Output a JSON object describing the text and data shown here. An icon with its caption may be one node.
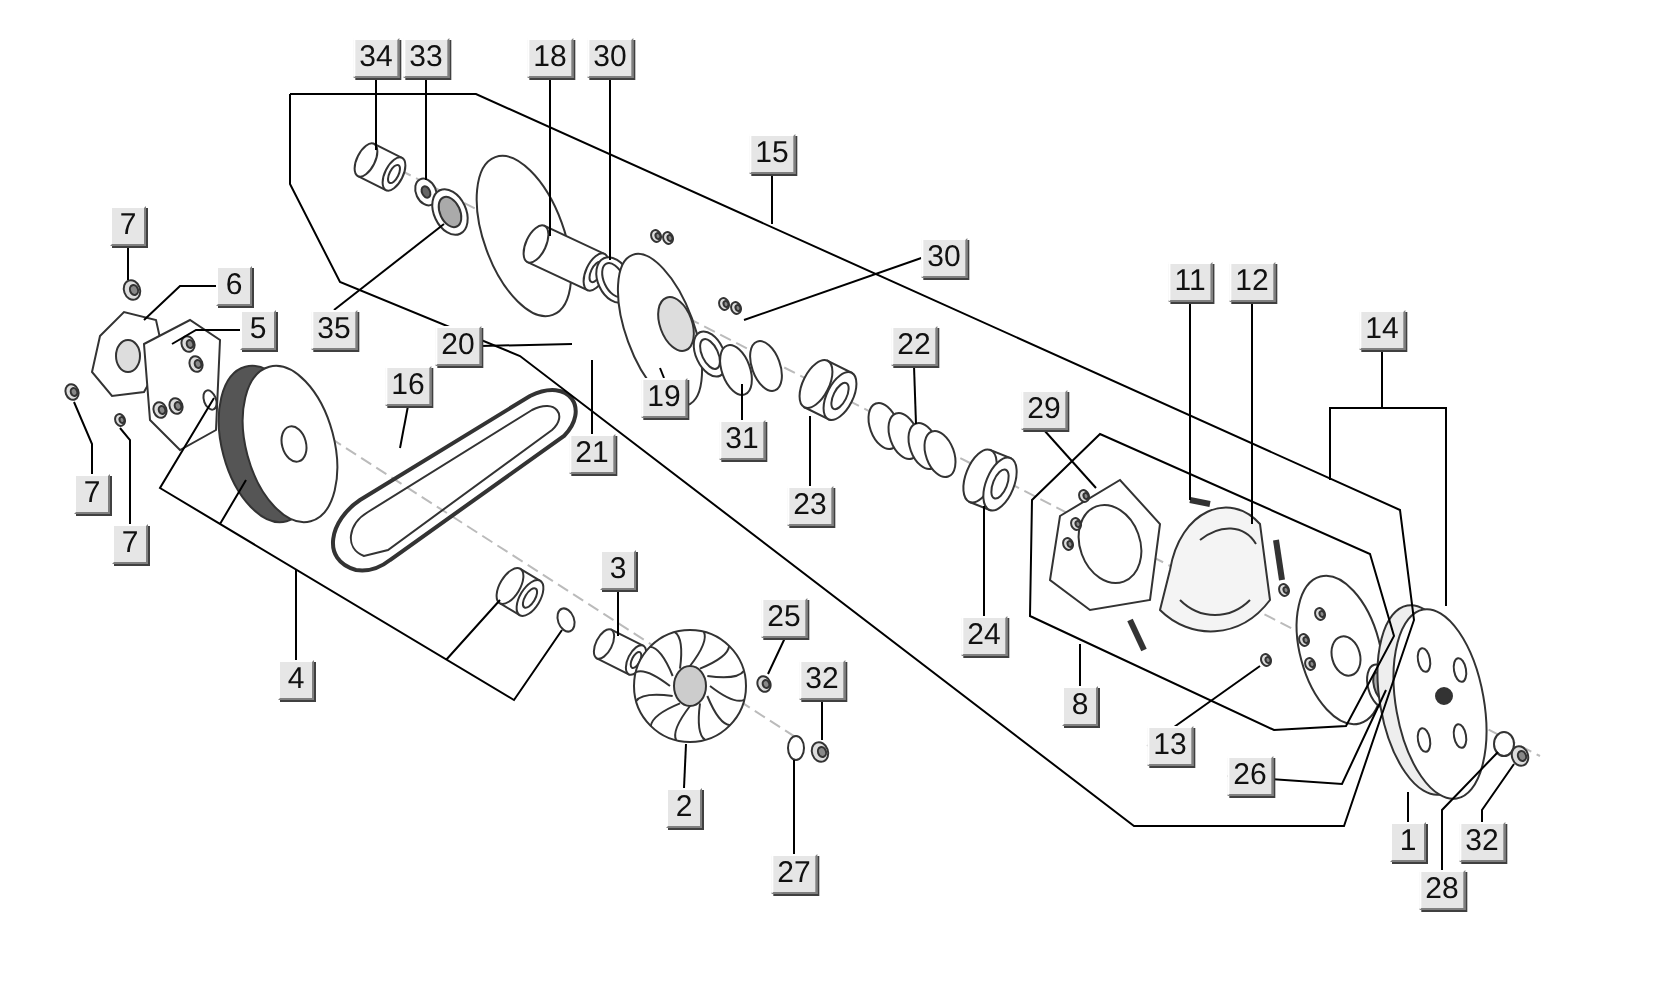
{
  "diagram": {
    "nodes": [
      {
        "text": [
          "34"
        ]
      },
      {
        "text": [
          "33"
        ]
      },
      {
        "text": [
          "18"
        ]
      },
      {
        "text": [
          "30"
        ]
      },
      {
        "text": [
          "15"
        ]
      },
      {
        "text": [
          "7"
        ]
      },
      {
        "text": [
          "6"
        ]
      },
      {
        "text": [
          "5"
        ]
      },
      {
        "text": [
          "35"
        ]
      },
      {
        "text": [
          "20"
        ]
      },
      {
        "text": [
          "16"
        ]
      },
      {
        "text": [
          "21"
        ]
      },
      {
        "text": [
          "19"
        ]
      },
      {
        "text": [
          "31"
        ]
      },
      {
        "text": [
          "30"
        ]
      },
      {
        "text": [
          "11"
        ]
      },
      {
        "text": [
          "12"
        ]
      },
      {
        "text": [
          "14"
        ]
      },
      {
        "text": [
          "22"
        ]
      },
      {
        "text": [
          "29"
        ]
      },
      {
        "text": [
          "23"
        ]
      },
      {
        "text": [
          "7"
        ]
      },
      {
        "text": [
          "7"
        ]
      },
      {
        "text": [
          "3"
        ]
      },
      {
        "text": [
          "4"
        ]
      },
      {
        "text": [
          "25"
        ]
      },
      {
        "text": [
          "32"
        ]
      },
      {
        "text": [
          "2"
        ]
      },
      {
        "text": [
          "27"
        ]
      },
      {
        "text": [
          "24"
        ]
      },
      {
        "text": [
          "8"
        ]
      },
      {
        "text": [
          "13"
        ]
      },
      {
        "text": [
          "26"
        ]
      },
      {
        "text": [
          "1"
        ]
      },
      {
        "text": [
          "32"
        ]
      },
      {
        "text": [
          "28"
        ]
      }
    ],
    "edges": [
      {
        "from": 0,
        "to": null,
        "arrow": "none"
      },
      {
        "from": 1,
        "to": null,
        "arrow": "none"
      },
      {
        "from": 2,
        "to": null,
        "arrow": "none"
      },
      {
        "from": 3,
        "to": null,
        "arrow": "none"
      },
      {
        "from": 4,
        "to": null,
        "arrow": "none"
      },
      {
        "from": 5,
        "to": null,
        "arrow": "none"
      },
      {
        "from": 6,
        "to": null,
        "arrow": "none"
      },
      {
        "from": 7,
        "to": null,
        "arrow": "none"
      },
      {
        "from": 8,
        "to": null,
        "arrow": "none"
      },
      {
        "from": 9,
        "to": null,
        "arrow": "none"
      },
      {
        "from": 10,
        "to": null,
        "arrow": "none"
      },
      {
        "from": 11,
        "to": null,
        "arrow": "none"
      },
      {
        "from": 12,
        "to": null,
        "arrow": "none"
      },
      {
        "from": 13,
        "to": null,
        "arrow": "none"
      },
      {
        "from": 14,
        "to": null,
        "arrow": "none"
      },
      {
        "from": 15,
        "to": null,
        "arrow": "none"
      },
      {
        "from": 16,
        "to": null,
        "arrow": "none"
      },
      {
        "from": 17,
        "to": null,
        "arrow": "none"
      },
      {
        "from": 18,
        "to": null,
        "arrow": "none"
      },
      {
        "from": 19,
        "to": null,
        "arrow": "none"
      },
      {
        "from": 20,
        "to": null,
        "arrow": "none"
      },
      {
        "from": 21,
        "to": null,
        "arrow": "none"
      },
      {
        "from": 22,
        "to": null,
        "arrow": "none"
      },
      {
        "from": 23,
        "to": null,
        "arrow": "none"
      },
      {
        "from": 24,
        "to": null,
        "arrow": "none"
      },
      {
        "from": 25,
        "to": null,
        "arrow": "none"
      },
      {
        "from": 26,
        "to": null,
        "arrow": "none"
      },
      {
        "from": 27,
        "to": null,
        "arrow": "none"
      },
      {
        "from": 28,
        "to": null,
        "arrow": "none"
      },
      {
        "from": 29,
        "to": null,
        "arrow": "none"
      },
      {
        "from": 30,
        "to": null,
        "arrow": "none"
      },
      {
        "from": 31,
        "to": null,
        "arrow": "none"
      },
      {
        "from": 32,
        "to": null,
        "arrow": "none"
      },
      {
        "from": 33,
        "to": null,
        "arrow": "none"
      },
      {
        "from": 34,
        "to": null,
        "arrow": "none"
      },
      {
        "from": 35,
        "to": null,
        "arrow": "none"
      }
    ]
  }
}
